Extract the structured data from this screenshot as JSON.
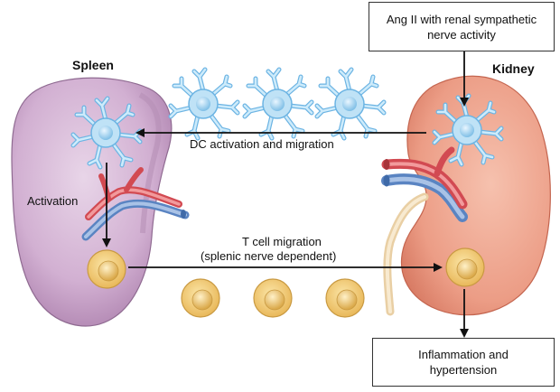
{
  "labels": {
    "spleen": "Spleen",
    "kidney": "Kidney",
    "activation": "Activation",
    "dc_migration": "DC activation and migration",
    "tcell_line1": "T cell migration",
    "tcell_line2": "(splenic nerve dependent)"
  },
  "top_box": {
    "line1": "Ang II with renal sympathetic",
    "line2": "nerve activity"
  },
  "bottom_box": {
    "line1": "Inflammation and",
    "line2": "hypertension"
  },
  "colors": {
    "spleen": "#c9a3c8",
    "kidney": "#ec9d86",
    "dendritic_cell": "#a9d8f2",
    "t_cell": "#f2cc72",
    "artery": "#e25d62",
    "vein": "#6f93c7"
  }
}
